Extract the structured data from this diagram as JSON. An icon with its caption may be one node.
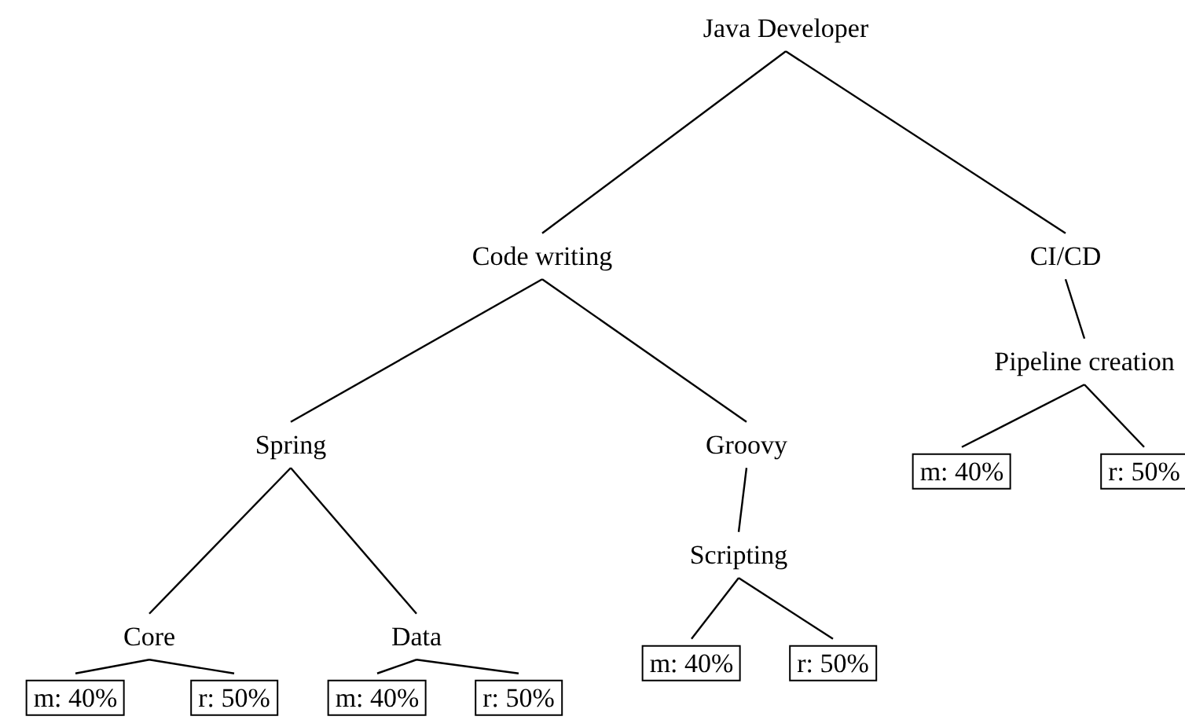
{
  "diagram": {
    "nodes": [
      {
        "text": [
          "Java Developer"
        ]
      },
      {
        "text": [
          "Code writing"
        ]
      },
      {
        "text": [
          "CI/CD"
        ]
      },
      {
        "text": [
          "Pipeline creation"
        ]
      },
      {
        "text": [
          "m: 40%"
        ]
      },
      {
        "text": [
          "r: 50%"
        ]
      },
      {
        "text": [
          "Spring"
        ]
      },
      {
        "text": [
          "Groovy"
        ]
      },
      {
        "text": [
          "Scripting"
        ]
      },
      {
        "text": [
          "Core"
        ]
      },
      {
        "text": [
          "Data"
        ]
      },
      {
        "text": [
          "m: 40%"
        ]
      },
      {
        "text": [
          "r: 50%"
        ]
      },
      {
        "text": [
          "m: 40%"
        ]
      },
      {
        "text": [
          "r: 50%"
        ]
      },
      {
        "text": [
          "m: 40%"
        ]
      },
      {
        "text": [
          "r: 50%"
        ]
      }
    ],
    "edges": [
      {
        "from": 0,
        "to": 1,
        "arrow": "none"
      },
      {
        "from": 0,
        "to": 2,
        "arrow": "none"
      },
      {
        "from": 2,
        "to": 3,
        "arrow": "none"
      },
      {
        "from": 3,
        "to": 4,
        "arrow": "none"
      },
      {
        "from": 3,
        "to": 5,
        "arrow": "none"
      },
      {
        "from": 1,
        "to": 6,
        "arrow": "none"
      },
      {
        "from": 1,
        "to": 7,
        "arrow": "none"
      },
      {
        "from": 7,
        "to": 8,
        "arrow": "none"
      },
      {
        "from": 8,
        "to": 15,
        "arrow": "none"
      },
      {
        "from": 8,
        "to": 16,
        "arrow": "none"
      },
      {
        "from": 6,
        "to": 9,
        "arrow": "none"
      },
      {
        "from": 6,
        "to": 10,
        "arrow": "none"
      },
      {
        "from": 9,
        "to": 11,
        "arrow": "none"
      },
      {
        "from": 9,
        "to": 12,
        "arrow": "none"
      },
      {
        "from": 10,
        "to": 13,
        "arrow": "none"
      },
      {
        "from": 10,
        "to": 14,
        "arrow": "none"
      }
    ]
  }
}
